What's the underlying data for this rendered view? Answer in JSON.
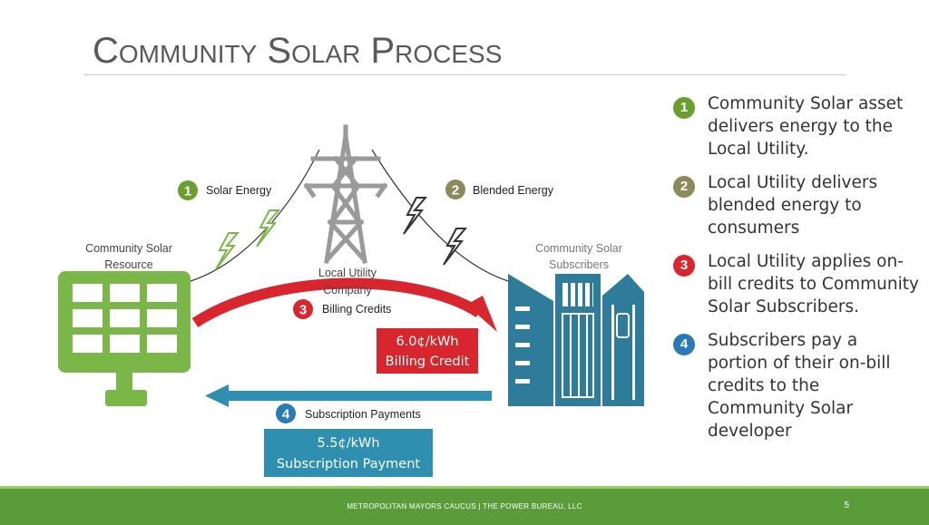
{
  "slide": {
    "title": "Community Solar Process"
  },
  "diagram": {
    "solar_resource_label_1": "Community Solar",
    "solar_resource_label_2": "Resource",
    "utility_label_1": "Local Utility",
    "utility_label_2": "Company",
    "subscribers_label_1": "Community Solar",
    "subscribers_label_2": "Subscribers",
    "flow_1": {
      "num": "1",
      "label": "Solar Energy"
    },
    "flow_2": {
      "num": "2",
      "label": "Blended Energy"
    },
    "flow_3": {
      "num": "3",
      "label": "Billing Credits"
    },
    "flow_4": {
      "num": "4",
      "label": "Subscription Payments"
    },
    "billing_credit_box": {
      "line1": "6.0¢/kWh",
      "line2": "Billing Credit"
    },
    "subscription_box": {
      "line1": "5.5¢/kWh",
      "line2": "Subscription Payment"
    }
  },
  "steps": [
    {
      "num": "1",
      "text": "Community Solar asset delivers energy to the Local Utility.",
      "color": "#6a9e2f"
    },
    {
      "num": "2",
      "text": "Local Utility delivers blended energy to consumers",
      "color": "#8a8a5c"
    },
    {
      "num": "3",
      "text": "Local Utility applies on-bill credits to Community Solar Subscribers.",
      "color": "#d8262e"
    },
    {
      "num": "4",
      "text": "Subscribers pay a portion of their on-bill credits to the Community Solar developer",
      "color": "#2a7ab8"
    }
  ],
  "footer": {
    "text": "METROPOLITAN MAYORS CAUCUS |    THE POWER BUREAU, LLC",
    "page": "5"
  },
  "colors": {
    "solar_green": "#7ab648",
    "tower_gray": "#9a9a9a",
    "building_teal": "#2f7c9a",
    "credit_red": "#d8262e",
    "payment_teal": "#2e8fb0",
    "footer_green": "#5a9c3a"
  }
}
